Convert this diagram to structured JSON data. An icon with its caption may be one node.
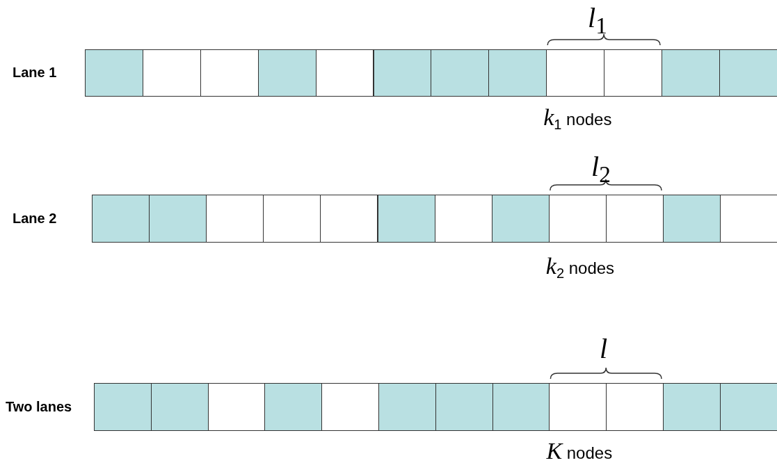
{
  "diagram": {
    "labels": [
      "*l*$_{1}$",
      "Lane 1",
      "*k*$_{1}$  nodes",
      "*l*$_{2}$",
      "Lane 2",
      "*k*$_{2}$  nodes",
      "*l*",
      "Two lanes",
      "*K*  nodes"
    ]
  }
}
